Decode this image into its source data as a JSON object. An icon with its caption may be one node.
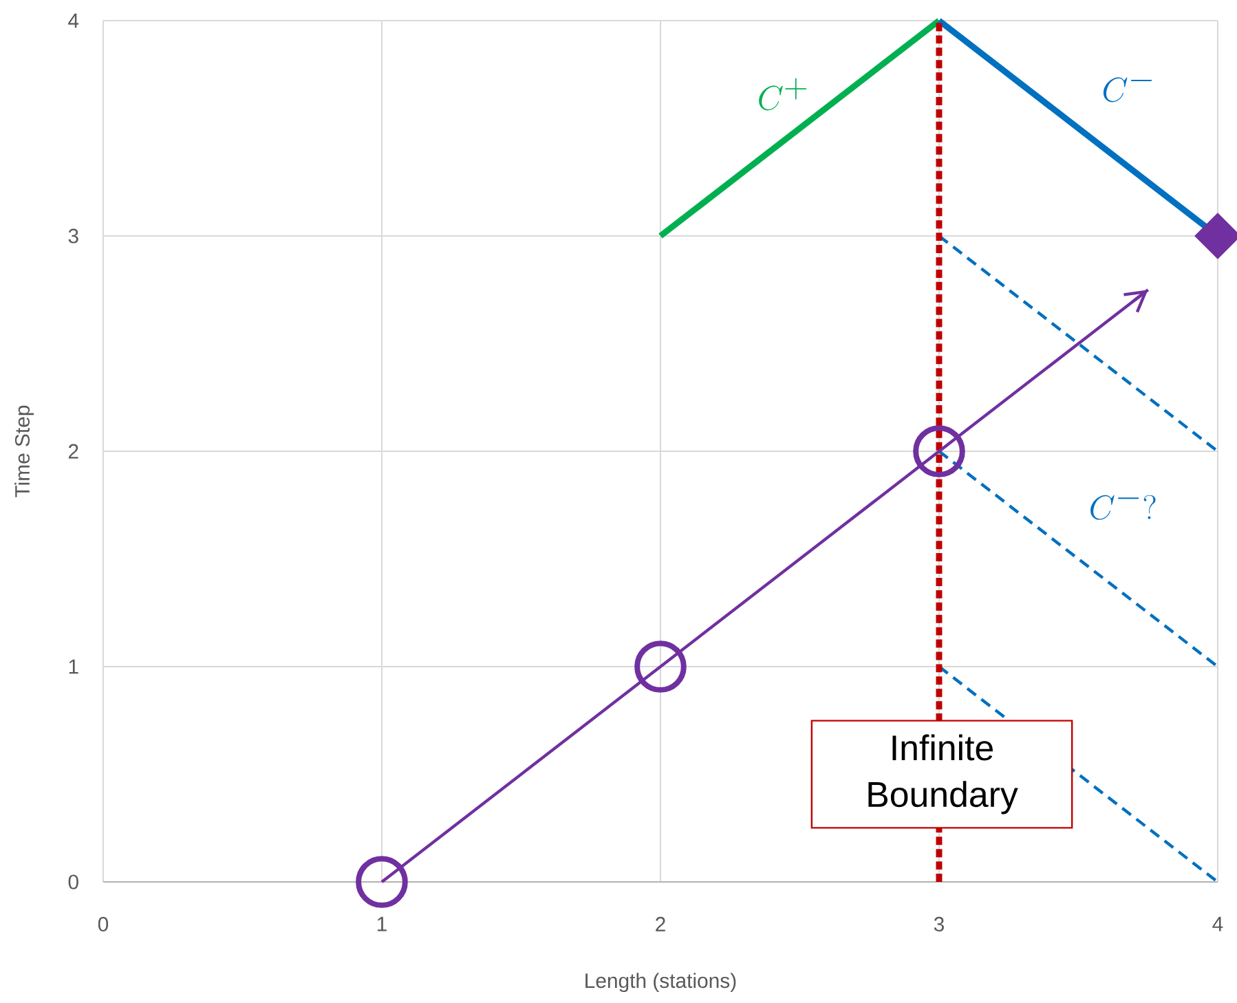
{
  "diagram": {
    "chart_data": {
      "type": "line",
      "xlabel": "Length (stations)",
      "ylabel": "Time Step",
      "xlim": [
        0,
        4
      ],
      "ylim": [
        0,
        4
      ],
      "xticks": [
        0,
        1,
        2,
        3,
        4
      ],
      "yticks": [
        0,
        1,
        2,
        3,
        4
      ],
      "grid": true,
      "series": [
        {
          "color": "#00b050",
          "x": [
            2,
            3
          ],
          "values": [
            3,
            4
          ]
        },
        {
          "color": "#0070c0",
          "x": [
            3,
            4
          ],
          "values": [
            4,
            3
          ]
        },
        {
          "color": "#0070c0",
          "line_style": "dashed",
          "x": [
            3,
            4
          ],
          "values": [
            3,
            2
          ]
        },
        {
          "color": "#0070c0",
          "line_style": "dashed",
          "x": [
            3,
            4
          ],
          "values": [
            2,
            1
          ]
        },
        {
          "color": "#0070c0",
          "line_style": "dashed",
          "x": [
            3,
            4
          ],
          "values": [
            1,
            0
          ]
        },
        {
          "color": "#c00000",
          "line_style": "dashed",
          "x": [
            3,
            3
          ],
          "values": [
            0,
            4
          ]
        },
        {
          "color": "#7030a0",
          "x": [
            1,
            2,
            3,
            3.75
          ],
          "values": [
            0,
            1,
            2,
            2.75
          ]
        }
      ],
      "annotations": [
        "C^+",
        "C^-",
        "C^-?",
        "Infinite Boundary"
      ]
    }
  }
}
